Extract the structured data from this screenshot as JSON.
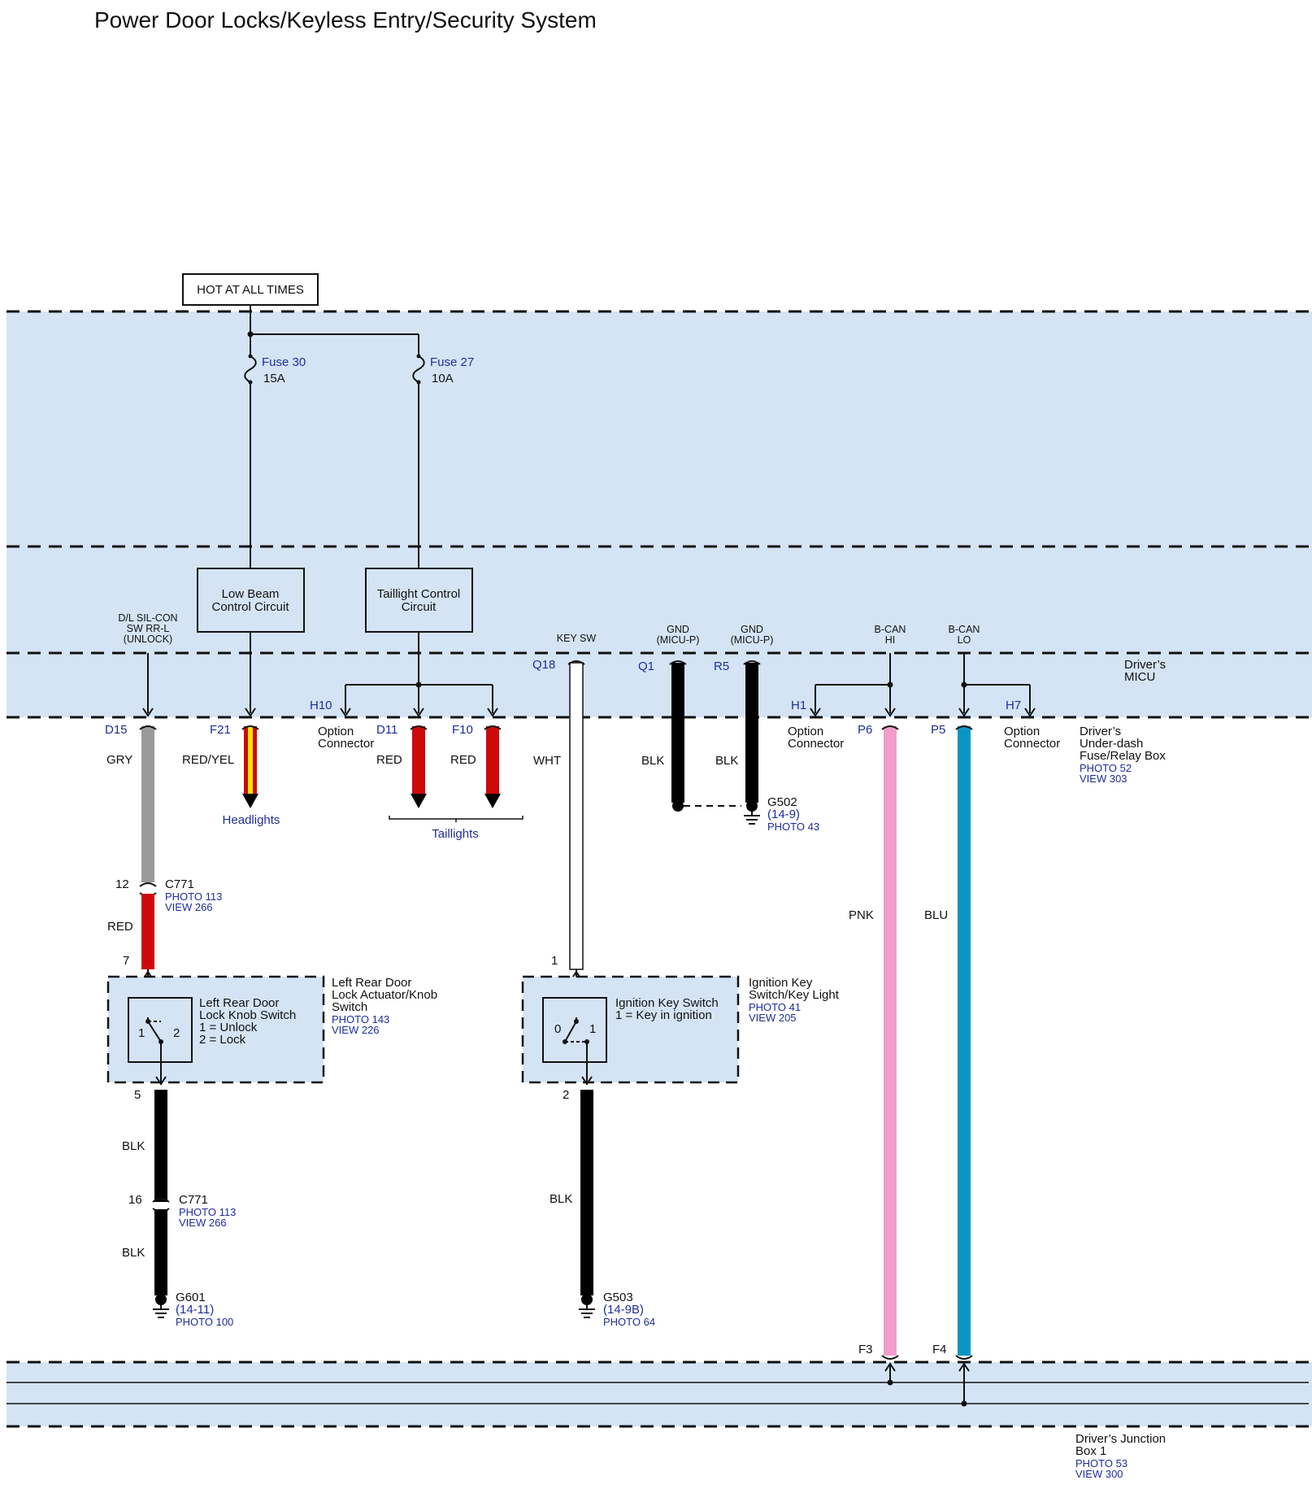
{
  "title": "Power Door Locks/Keyless Entry/Security System",
  "hot_box": "HOT AT ALL TIMES",
  "fuses": [
    {
      "name": "Fuse 30",
      "rating": "15A"
    },
    {
      "name": "Fuse 27",
      "rating": "10A"
    }
  ],
  "circuits": {
    "low_beam": [
      "Low Beam",
      "Control Circuit"
    ],
    "taillight": [
      "Taillight Control",
      "Circuit"
    ]
  },
  "signals": {
    "dl_silcon": [
      "D/L SIL-CON",
      "SW RR-L",
      "(UNLOCK)"
    ],
    "key_sw": "KEY SW",
    "gnd1": [
      "GND",
      "(MICU-P)"
    ],
    "gnd2": [
      "GND",
      "(MICU-P)"
    ],
    "bcan_hi": [
      "B-CAN",
      "HI"
    ],
    "bcan_lo": [
      "B-CAN",
      "LO"
    ]
  },
  "micu_label": [
    "Driver’s",
    "MICU"
  ],
  "underdash_label": [
    "Driver’s",
    "Under-dash",
    "Fuse/Relay Box"
  ],
  "underdash_refs": [
    "PHOTO 52",
    "VIEW 303"
  ],
  "junction_label": [
    "Driver’s Junction",
    "Box 1"
  ],
  "junction_refs": [
    "PHOTO 53",
    "VIEW 300"
  ],
  "pins": {
    "Q18": "Q18",
    "Q1": "Q1",
    "R5": "R5",
    "H10": "H10",
    "H1": "H1",
    "H7": "H7",
    "D15": "D15",
    "F21": "F21",
    "D11": "D11",
    "F10": "F10",
    "P6": "P6",
    "P5": "P5",
    "F3": "F3",
    "F4": "F4"
  },
  "option_connector": [
    "Option",
    "Connector"
  ],
  "wires": {
    "gry": "GRY",
    "red_yel": "RED/YEL",
    "red": "RED",
    "wht": "WHT",
    "blk": "BLK",
    "pnk": "PNK",
    "blu": "BLU"
  },
  "destinations": {
    "headlights": "Headlights",
    "taillights": "Taillights"
  },
  "c771": {
    "name": "C771",
    "refs": [
      "PHOTO 113",
      "VIEW 266"
    ],
    "pin_top": "12",
    "pin_bottom": "7",
    "pin2_top": "16"
  },
  "g502": {
    "name": "G502",
    "ref": "(14-9)",
    "photo": "PHOTO 43"
  },
  "g601": {
    "name": "G601",
    "ref": "(14-11)",
    "photo": "PHOTO 100"
  },
  "g503": {
    "name": "G503",
    "ref": "(14-9B)",
    "photo": "PHOTO 64"
  },
  "lock_switch": {
    "title": [
      "Left Rear Door",
      "Lock Knob Switch",
      "1 = Unlock",
      "2 = Lock"
    ],
    "component": [
      "Left Rear Door",
      "Lock Actuator/Knob",
      "Switch"
    ],
    "refs": [
      "PHOTO 143",
      "VIEW 226"
    ],
    "pos1": "1",
    "pos2": "2",
    "pin_in": "7",
    "pin_out": "5"
  },
  "ignition_switch": {
    "title": [
      "Ignition Key Switch",
      "1 = Key in ignition"
    ],
    "component": [
      "Ignition Key",
      "Switch/Key Light"
    ],
    "refs": [
      "PHOTO 41",
      "VIEW 205"
    ],
    "pos0": "0",
    "pos1": "1",
    "pin_in": "1",
    "pin_out": "2"
  },
  "colors": {
    "band": "#d4e4f5",
    "gry": "#9a9a9a",
    "red": "#cc0a0a",
    "yellow": "#f2e600",
    "pnk": "#f29ccc",
    "blu": "#0a96c4",
    "blk": "#000000",
    "ref_blue": "#1f2d9c"
  }
}
